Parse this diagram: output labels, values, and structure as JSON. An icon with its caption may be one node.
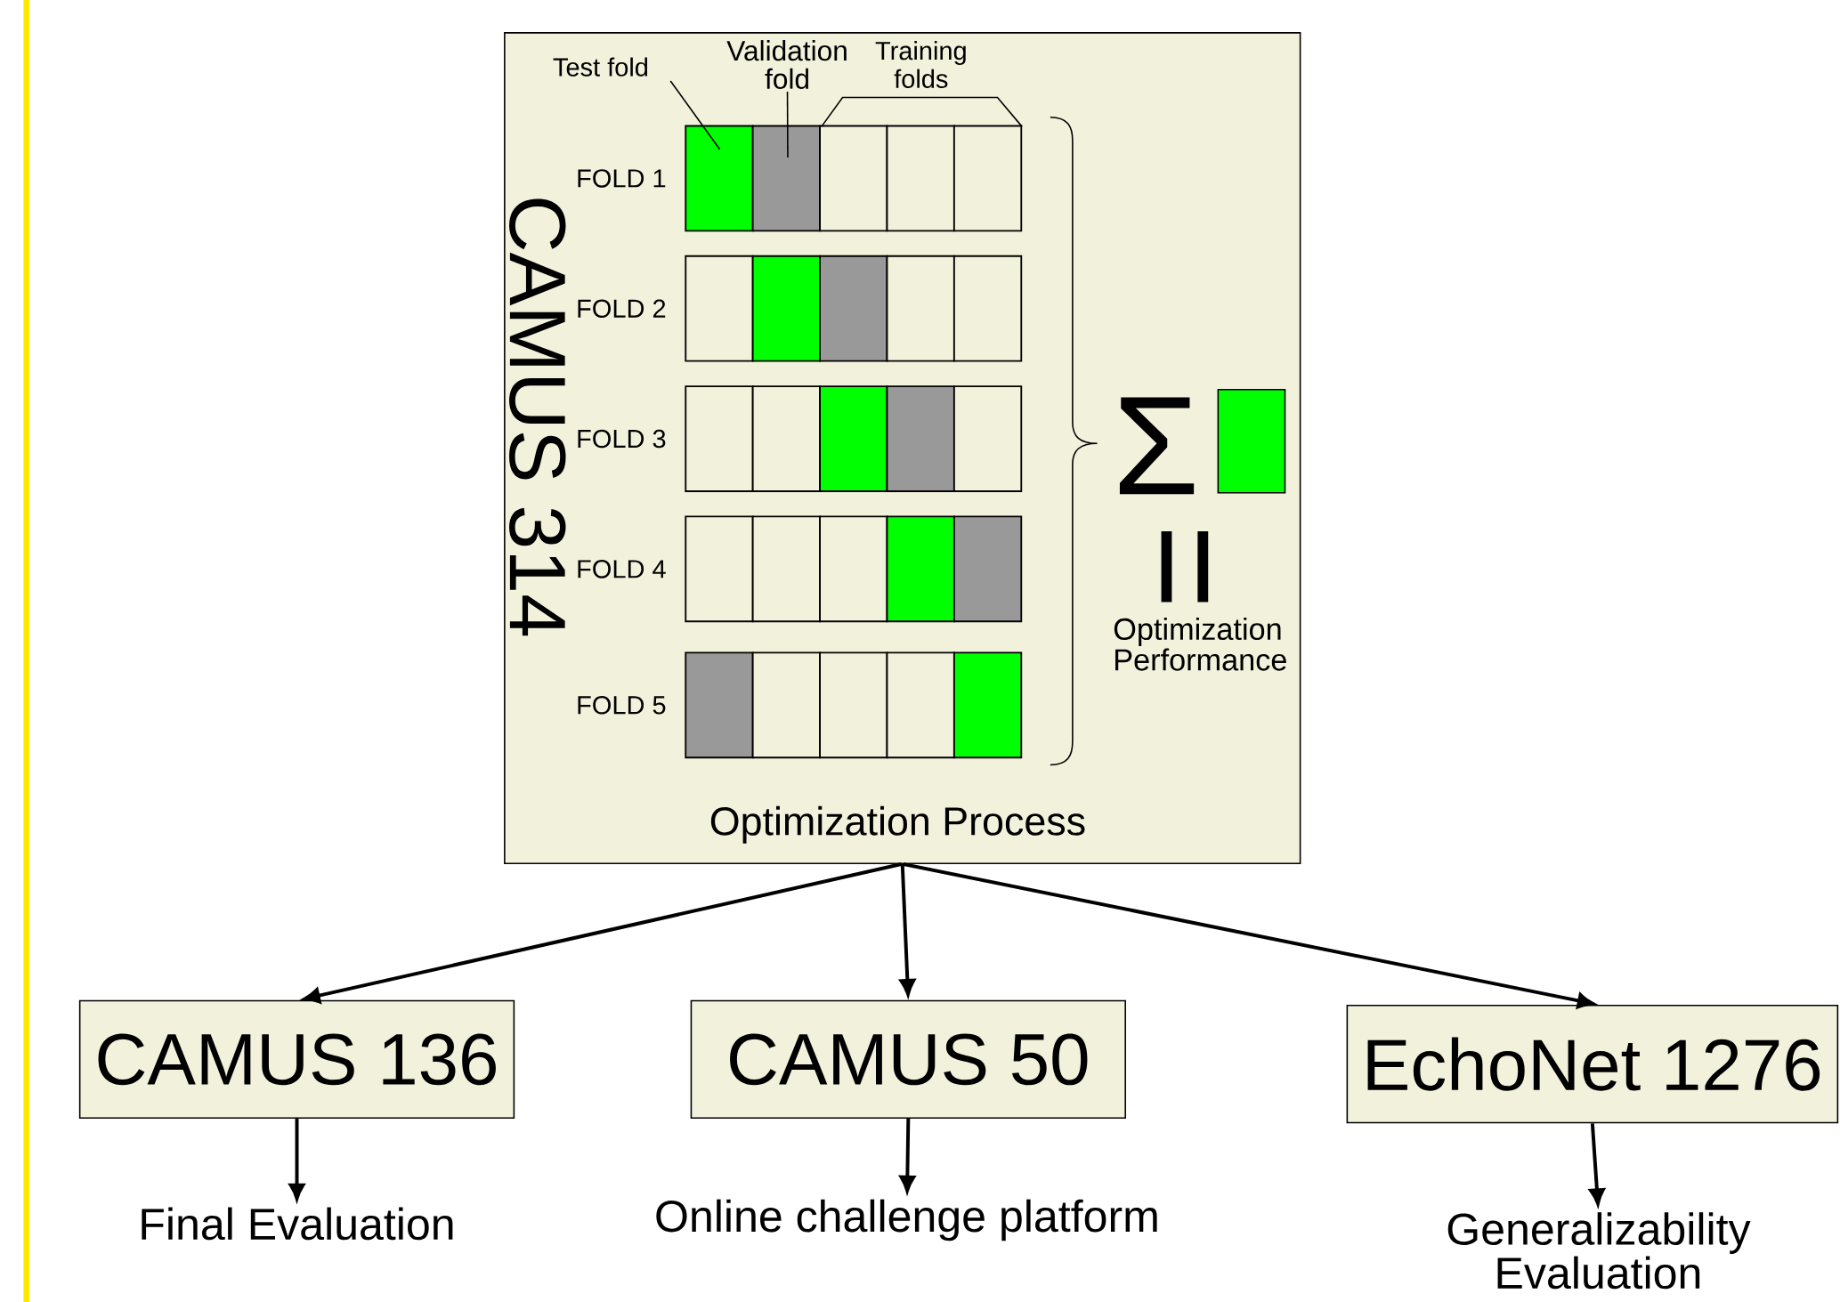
{
  "diagram": {
    "nodes": [
      {
        "text": [
          "CAMUS 314",
          "Optimization Process"
        ]
      },
      {
        "text": [
          "FOLD 1"
        ],
        "in": 0
      },
      {
        "text": [
          "FOLD 2"
        ],
        "in": 0
      },
      {
        "text": [
          "FOLD 3"
        ],
        "in": 0
      },
      {
        "text": [
          "FOLD 4"
        ],
        "in": 0
      },
      {
        "text": [
          "FOLD 5"
        ],
        "in": 0
      },
      {
        "text": [
          "Test fold"
        ],
        "in": 0
      },
      {
        "text": [
          "Validation fold"
        ],
        "in": 0
      },
      {
        "text": [
          "CAMUS 136"
        ]
      },
      {
        "text": [
          "CAMUS 50"
        ]
      },
      {
        "text": [
          "EchoNet 1276"
        ]
      },
      {
        "text": [
          "Final Evaluation"
        ]
      },
      {
        "text": [
          "Online challenge platform"
        ]
      },
      {
        "text": [
          "Generalizability Evaluation"
        ]
      },
      {
        "text": [],
        "shape": "box",
        "in": 0
      }
    ],
    "edges": [
      {
        "from": 0,
        "to": 8,
        "arrow": "to"
      },
      {
        "from": 0,
        "to": 9,
        "arrow": "to"
      },
      {
        "from": 0,
        "to": 10,
        "arrow": "to"
      },
      {
        "from": 8,
        "to": 11,
        "arrow": "to"
      },
      {
        "from": 9,
        "to": 12,
        "arrow": "to"
      },
      {
        "from": 10,
        "to": 13,
        "arrow": "to"
      },
      {
        "from": 6,
        "to": 1,
        "arrow": "none"
      },
      {
        "from": 7,
        "to": 1,
        "arrow": "none"
      }
    ],
    "labels": [
      "Training folds",
      "Σ",
      "=",
      "Optimization Performance"
    ]
  }
}
